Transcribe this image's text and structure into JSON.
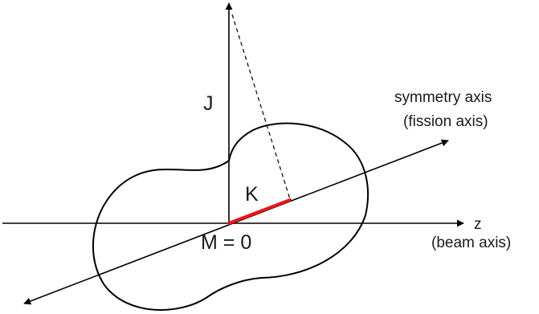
{
  "labels": {
    "j": "J",
    "k": "K",
    "m": "M = 0",
    "z": "z",
    "beam_axis": "(beam axis)",
    "symmetry_axis": "symmetry axis",
    "fission_axis": "(fission axis)"
  },
  "colors": {
    "line": "#000000",
    "k_segment": "#e8141c",
    "text": "#1a1a1a"
  }
}
